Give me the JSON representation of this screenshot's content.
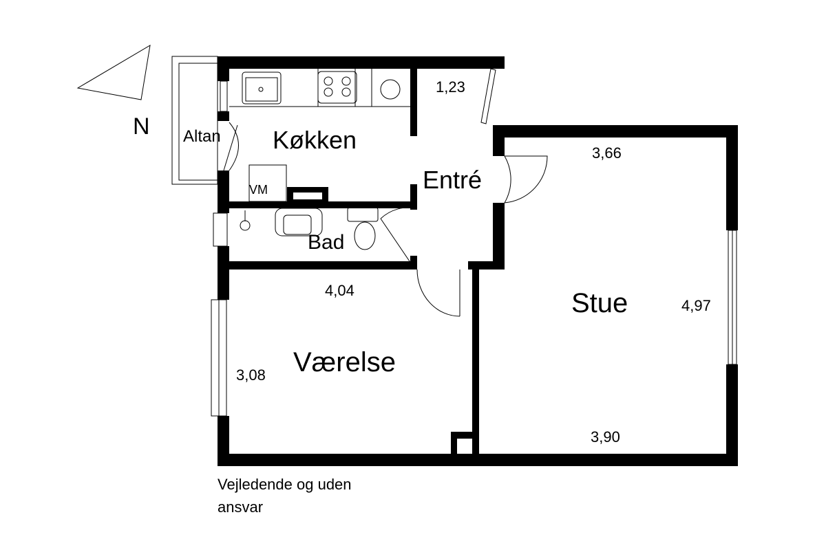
{
  "compass": {
    "label": "N"
  },
  "rooms": {
    "altan": "Altan",
    "kokken": "Køkken",
    "entre": "Entré",
    "bad": "Bad",
    "vaerelse": "Værelse",
    "stue": "Stue",
    "vm": "VM"
  },
  "dimensions": {
    "entre_width": "1,23",
    "stue_width": "3,66",
    "stue_depth": "4,97",
    "stue_bottom": "3,90",
    "vaerelse_width": "4,04",
    "vaerelse_depth": "3,08"
  },
  "disclaimer": {
    "line1": "Vejledende og uden",
    "line2": "ansvar"
  },
  "colors": {
    "wall": "#000000",
    "background": "#ffffff"
  }
}
